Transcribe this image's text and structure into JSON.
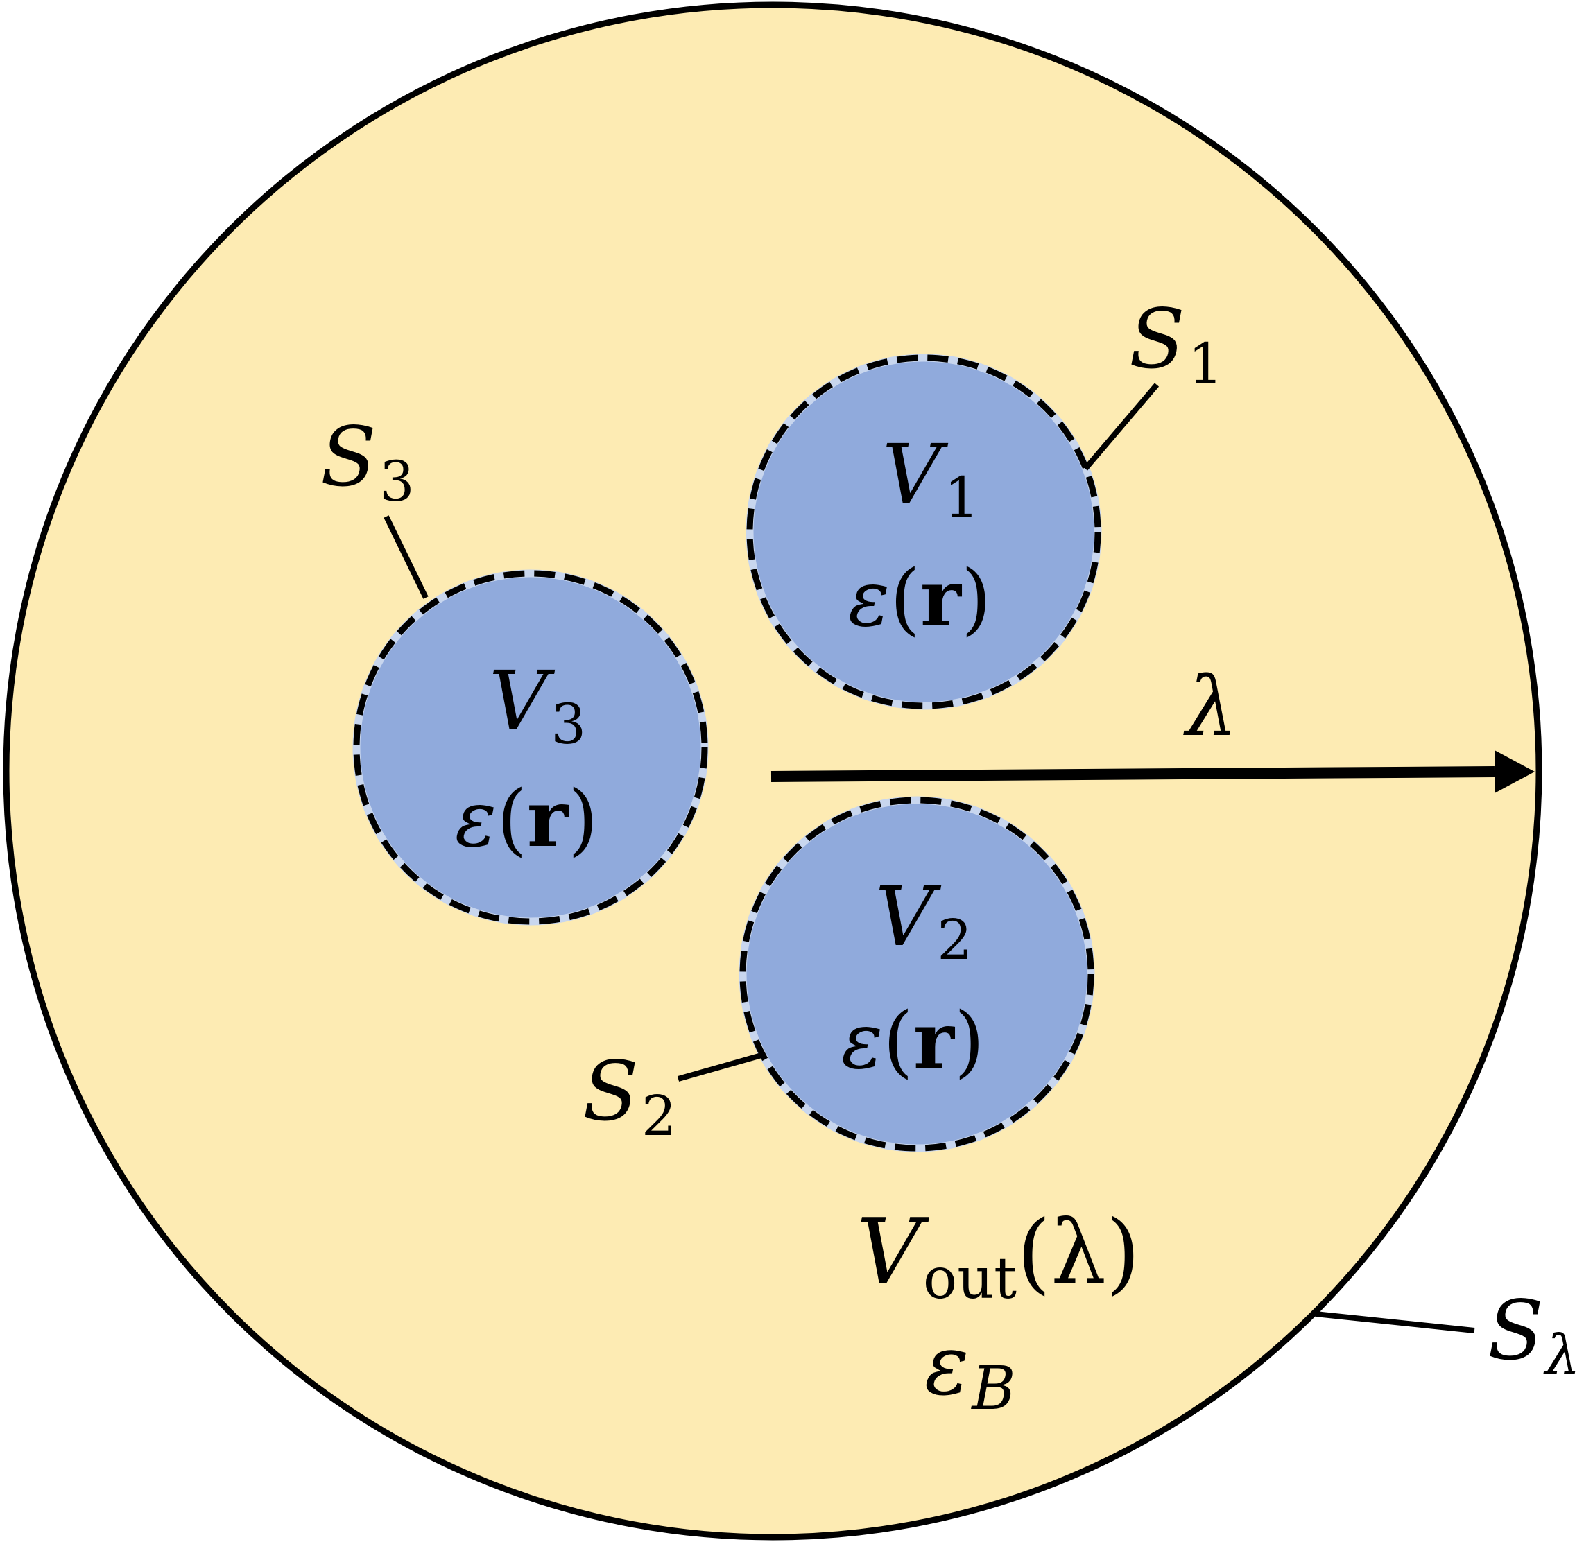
{
  "colors": {
    "outer_fill": "#FDEBB3",
    "inner_fill": "#90AADC",
    "stroke": "#000000",
    "dash_gap": "#C8D6EE"
  },
  "outer_region": {
    "volume_symbol": "V",
    "volume_subscript": "out",
    "volume_argument": "(λ)",
    "permittivity_symbol": "ε",
    "permittivity_subscript": "B",
    "surface_symbol": "S",
    "surface_subscript": "λ"
  },
  "radius_arrow": {
    "label": "λ"
  },
  "scatterers": [
    {
      "volume_symbol": "V",
      "index": "1",
      "permittivity": "ε",
      "arg_open": "(",
      "arg_bold": "r",
      "arg_close": ")",
      "surface_symbol": "S",
      "surface_index": "1"
    },
    {
      "volume_symbol": "V",
      "index": "2",
      "permittivity": "ε",
      "arg_open": "(",
      "arg_bold": "r",
      "arg_close": ")",
      "surface_symbol": "S",
      "surface_index": "2"
    },
    {
      "volume_symbol": "V",
      "index": "3",
      "permittivity": "ε",
      "arg_open": "(",
      "arg_bold": "r",
      "arg_close": ")",
      "surface_symbol": "S",
      "surface_index": "3"
    }
  ]
}
